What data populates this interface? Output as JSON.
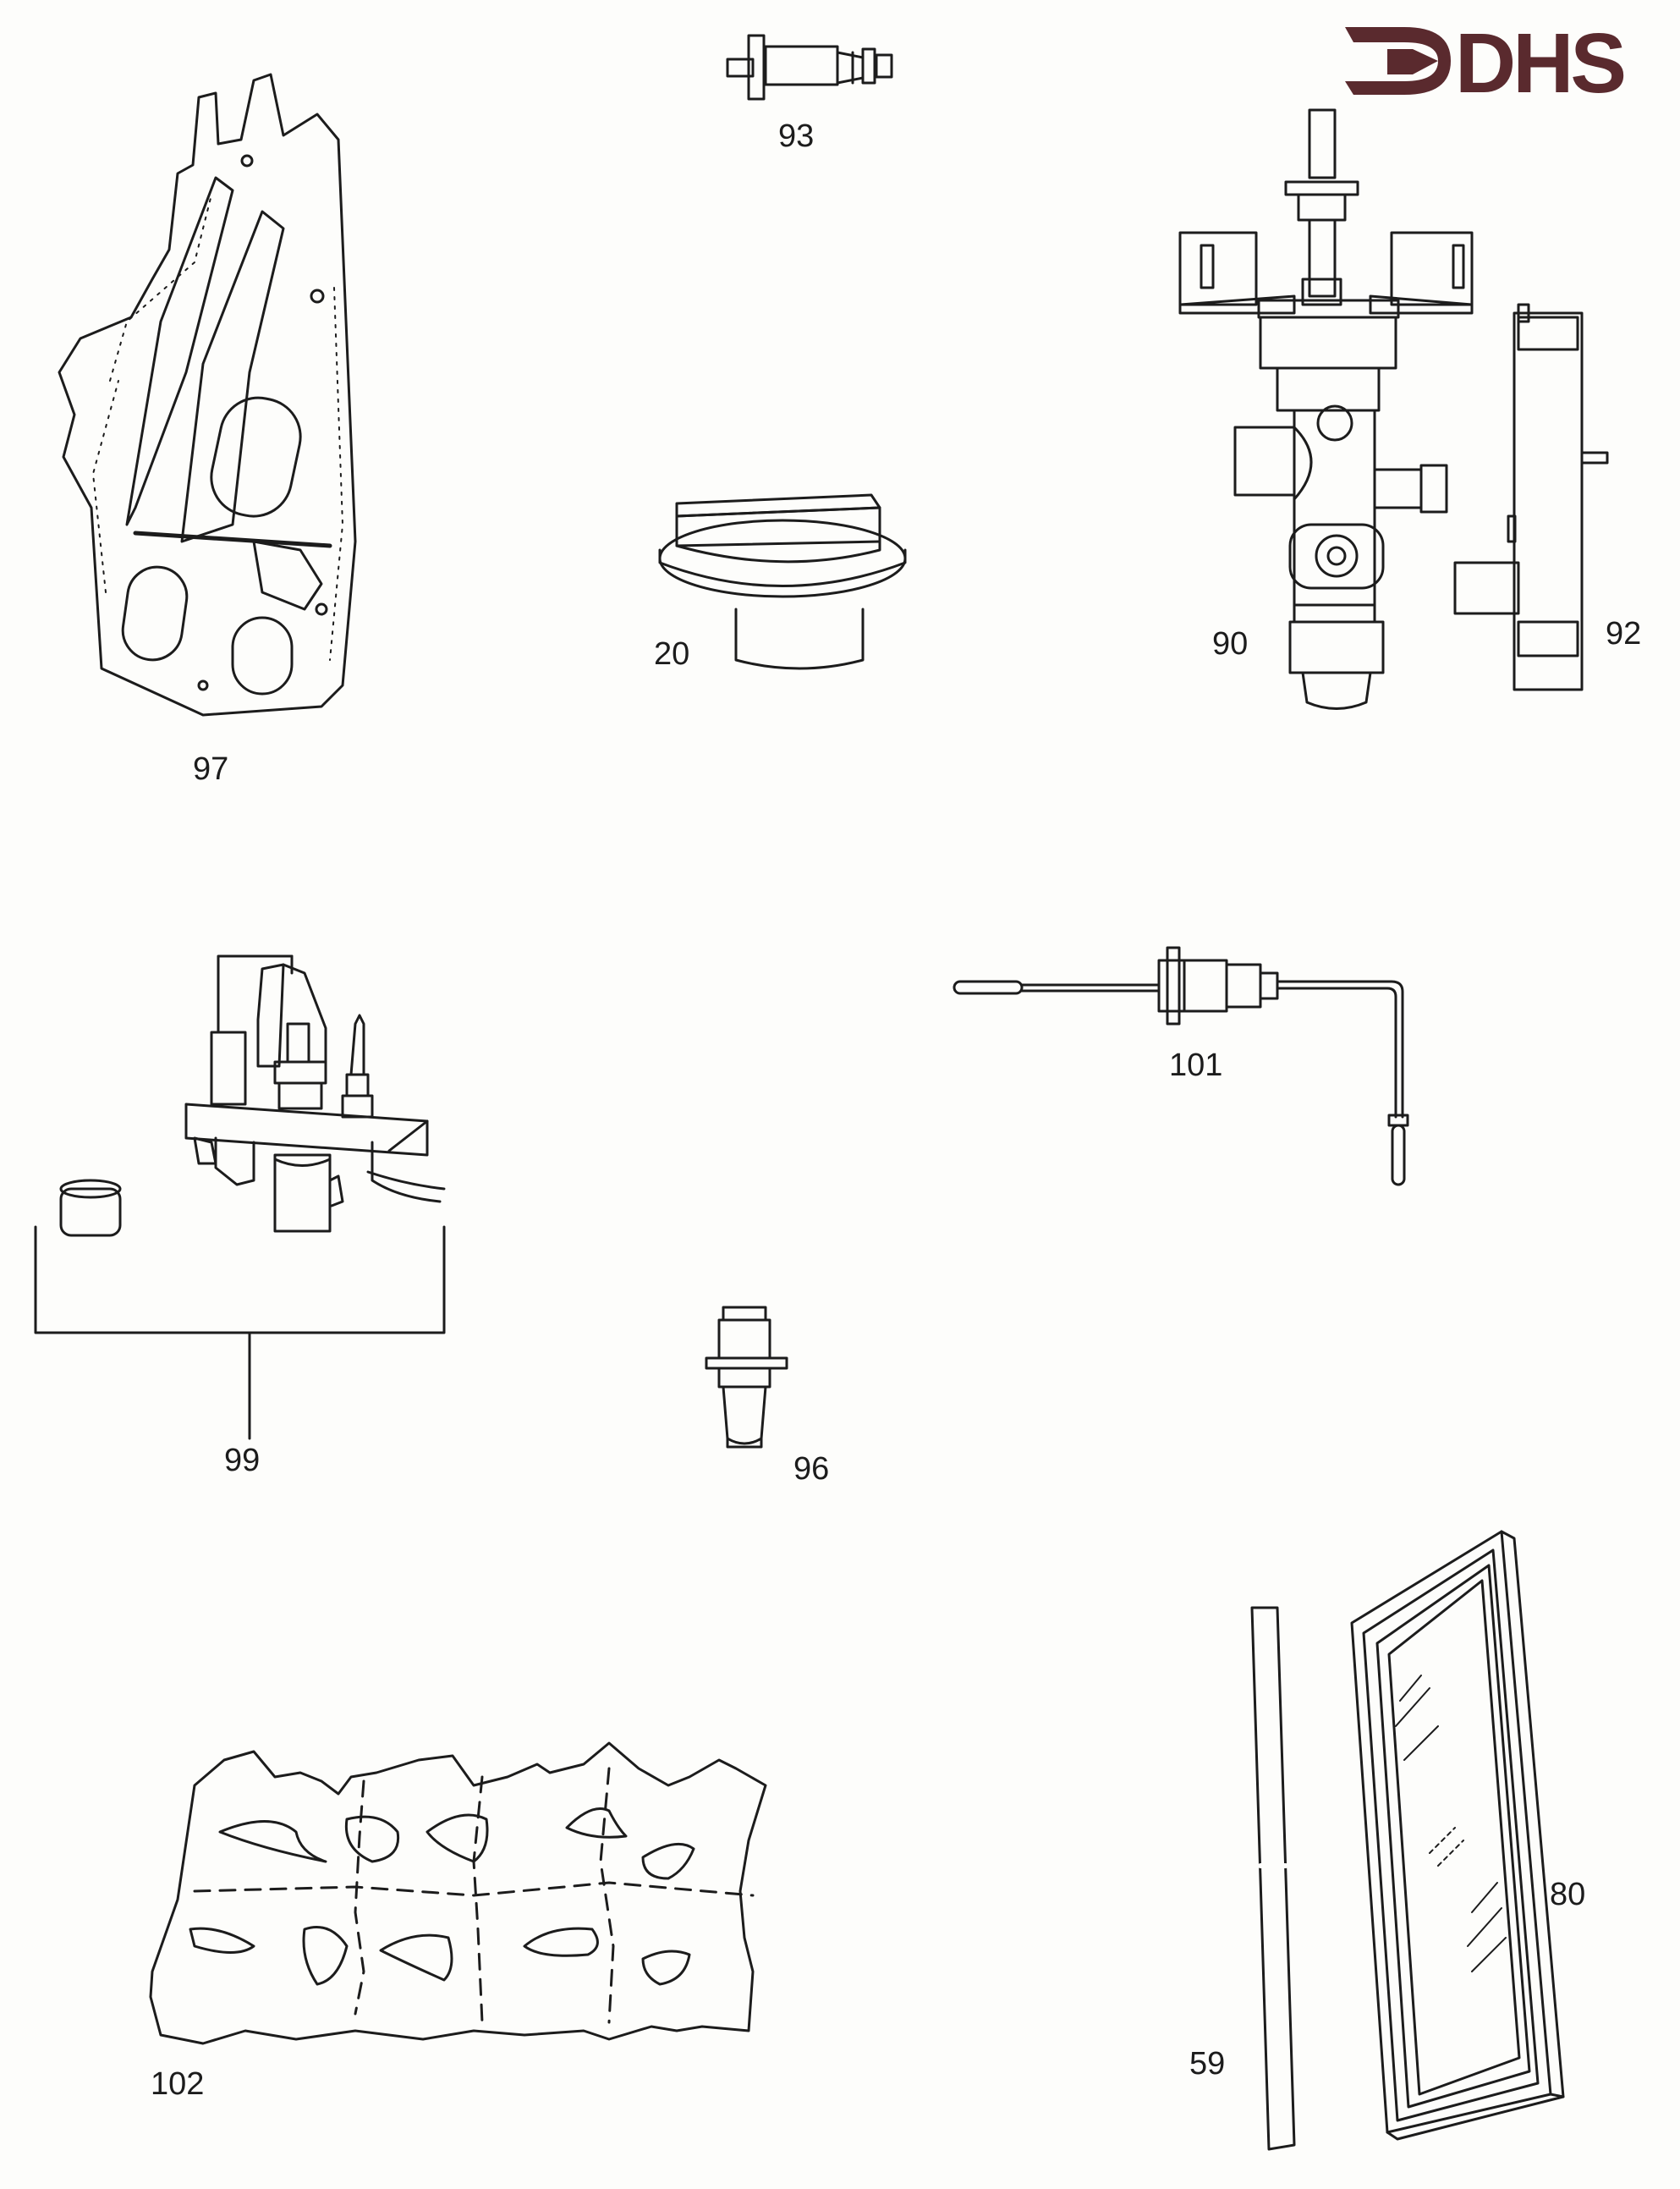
{
  "brand": {
    "name": "DHS",
    "color": "#5a2a2e"
  },
  "line_color": "#1c1c1c",
  "parts": [
    {
      "id": "p97",
      "label": "97",
      "icon": "gasket-plate-icon"
    },
    {
      "id": "p93",
      "label": "93",
      "icon": "spindle-extension-icon"
    },
    {
      "id": "p20",
      "label": "20",
      "icon": "control-knob-icon"
    },
    {
      "id": "p90",
      "label": "90",
      "icon": "gas-valve-icon"
    },
    {
      "id": "p92",
      "label": "92",
      "icon": "mounting-bracket-icon"
    },
    {
      "id": "p99",
      "label": "99",
      "icon": "pilot-assembly-icon"
    },
    {
      "id": "p101",
      "label": "101",
      "icon": "thermocouple-icon"
    },
    {
      "id": "p96",
      "label": "96",
      "icon": "injector-icon"
    },
    {
      "id": "p102",
      "label": "102",
      "icon": "ceramic-log-icon"
    },
    {
      "id": "p59",
      "label": "59",
      "icon": "seal-strip-icon"
    },
    {
      "id": "p80",
      "label": "80",
      "icon": "glass-panel-icon"
    }
  ]
}
